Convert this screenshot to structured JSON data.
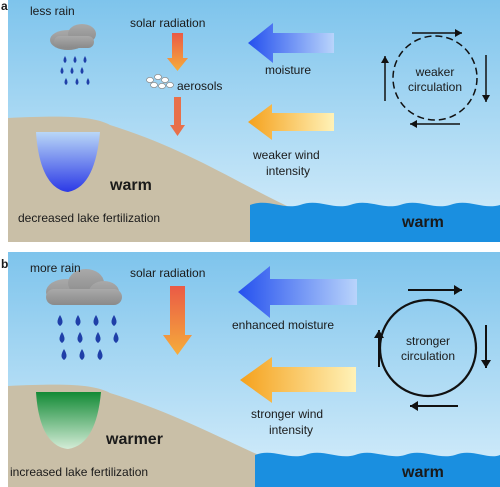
{
  "panels": [
    {
      "letter": "a",
      "rain_label": "less rain",
      "solar_label": "solar radiation",
      "aerosol_label": "aerosols",
      "moisture_label": "moisture",
      "wind_label_line1": "weaker wind",
      "wind_label_line2": "intensity",
      "circulation_line1": "weaker",
      "circulation_line2": "circulation",
      "lake_temp_label": "warm",
      "ocean_temp_label": "warm",
      "fertilization_label": "decreased lake fertilization",
      "lake_color": "#3f4ff0",
      "circulation_style": "dashed"
    },
    {
      "letter": "b",
      "rain_label": "more rain",
      "solar_label": "solar radiation",
      "moisture_label": "enhanced moisture",
      "wind_label_line1": "stronger wind",
      "wind_label_line2": "intensity",
      "circulation_line1": "stronger",
      "circulation_line2": "circulation",
      "lake_temp_label": "warmer",
      "ocean_temp_label": "warm",
      "fertilization_label": "increased lake fertilization",
      "lake_color": "#1e9b3c",
      "circulation_style": "solid"
    }
  ],
  "colors": {
    "sky_top": "#7ec4ec",
    "sky_bottom": "#d7eefb",
    "land": "#c9bfa7",
    "ocean": "#1a8fe0",
    "moisture_arrow": "#2f5ef0",
    "wind_arrow": "#f5b22a",
    "solar_arrow": "#e8704a"
  }
}
